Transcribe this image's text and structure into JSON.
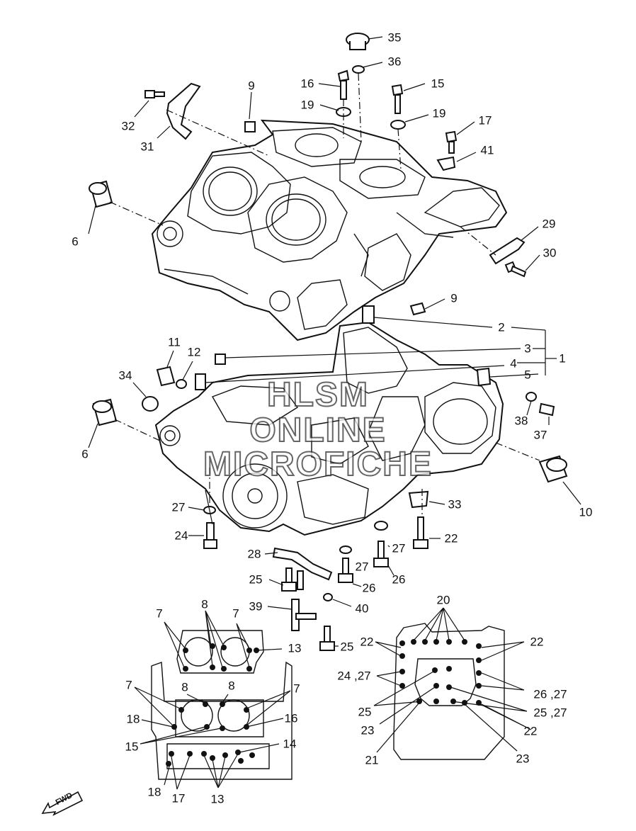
{
  "watermark": {
    "line1": "HLSM",
    "line2": "ONLINE",
    "line3": "MICROFICHE"
  },
  "fwd_label": "FWD",
  "callouts": [
    {
      "id": "c35",
      "text": "35"
    },
    {
      "id": "c36",
      "text": "36"
    },
    {
      "id": "c16a",
      "text": "16"
    },
    {
      "id": "c15a",
      "text": "15"
    },
    {
      "id": "c9a",
      "text": "9"
    },
    {
      "id": "c19a",
      "text": "19"
    },
    {
      "id": "c19b",
      "text": "19"
    },
    {
      "id": "c17a",
      "text": "17"
    },
    {
      "id": "c32",
      "text": "32"
    },
    {
      "id": "c31",
      "text": "31"
    },
    {
      "id": "c41",
      "text": "41"
    },
    {
      "id": "c6a",
      "text": "6"
    },
    {
      "id": "c29",
      "text": "29"
    },
    {
      "id": "c30",
      "text": "30"
    },
    {
      "id": "c9b",
      "text": "9"
    },
    {
      "id": "c2",
      "text": "2"
    },
    {
      "id": "c11",
      "text": "11"
    },
    {
      "id": "c12",
      "text": "12"
    },
    {
      "id": "c3",
      "text": "3"
    },
    {
      "id": "c1",
      "text": "1"
    },
    {
      "id": "c4",
      "text": "4"
    },
    {
      "id": "c5",
      "text": "5"
    },
    {
      "id": "c34",
      "text": "34"
    },
    {
      "id": "c38",
      "text": "38"
    },
    {
      "id": "c37",
      "text": "37"
    },
    {
      "id": "c6b",
      "text": "6"
    },
    {
      "id": "c10",
      "text": "10"
    },
    {
      "id": "c33",
      "text": "33"
    },
    {
      "id": "c27a",
      "text": "27"
    },
    {
      "id": "c24a",
      "text": "24"
    },
    {
      "id": "c22a",
      "text": "22"
    },
    {
      "id": "c27b",
      "text": "27"
    },
    {
      "id": "c28",
      "text": "28"
    },
    {
      "id": "c27c",
      "text": "27"
    },
    {
      "id": "c26a",
      "text": "26"
    },
    {
      "id": "c25a",
      "text": "25"
    },
    {
      "id": "c26b",
      "text": "26"
    },
    {
      "id": "c39",
      "text": "39"
    },
    {
      "id": "c40",
      "text": "40"
    },
    {
      "id": "c25b",
      "text": "25"
    },
    {
      "id": "c8a",
      "text": "8"
    },
    {
      "id": "c7a",
      "text": "7"
    },
    {
      "id": "c7b",
      "text": "7"
    },
    {
      "id": "c13a",
      "text": "13"
    },
    {
      "id": "c20",
      "text": "20"
    },
    {
      "id": "c22b",
      "text": "22"
    },
    {
      "id": "c22c",
      "text": "22"
    },
    {
      "id": "c2427",
      "text": "24 ,27"
    },
    {
      "id": "c8b",
      "text": "8"
    },
    {
      "id": "c8c",
      "text": "8"
    },
    {
      "id": "c7c",
      "text": "7"
    },
    {
      "id": "c7d",
      "text": "7"
    },
    {
      "id": "c2627",
      "text": "26 ,27"
    },
    {
      "id": "c25c",
      "text": "25"
    },
    {
      "id": "c2527",
      "text": "25 ,27"
    },
    {
      "id": "c18a",
      "text": "18"
    },
    {
      "id": "c16b",
      "text": "16"
    },
    {
      "id": "c23a",
      "text": "23"
    },
    {
      "id": "c22d",
      "text": "22"
    },
    {
      "id": "c15b",
      "text": "15"
    },
    {
      "id": "c14",
      "text": "14"
    },
    {
      "id": "c21",
      "text": "21"
    },
    {
      "id": "c23b",
      "text": "23"
    },
    {
      "id": "c18b",
      "text": "18"
    },
    {
      "id": "c17b",
      "text": "17"
    },
    {
      "id": "c13b",
      "text": "13"
    }
  ]
}
